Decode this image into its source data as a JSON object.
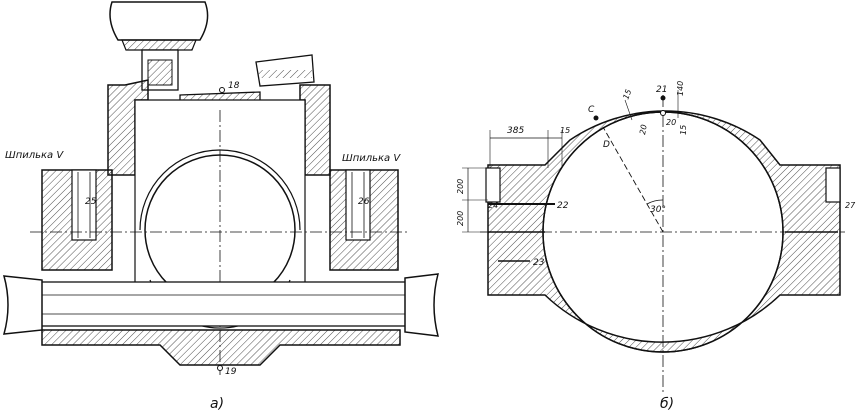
{
  "figure_a": {
    "caption": "а)",
    "stud_left_label": "Шпилька V",
    "stud_right_label": "Шпилька V",
    "point_top": "18",
    "point_bottom": "19",
    "point_left": "25",
    "point_right": "26"
  },
  "figure_b": {
    "caption": "б)",
    "label_c": "C",
    "label_d": "D",
    "point_21": "21",
    "point_20": "20",
    "point_22": "22",
    "point_24": "24",
    "point_27": "27",
    "point_23": "23",
    "dim_385": "385",
    "dim_15_left": "15",
    "dim_15_top": "15",
    "dim_140": "140",
    "dim_15_right": "15",
    "dim_20": "20",
    "dim_200_top": "200",
    "dim_200_bottom": "200",
    "angle_30": "30°"
  },
  "colors": {
    "ink": "#111111",
    "paper": "#ffffff"
  }
}
